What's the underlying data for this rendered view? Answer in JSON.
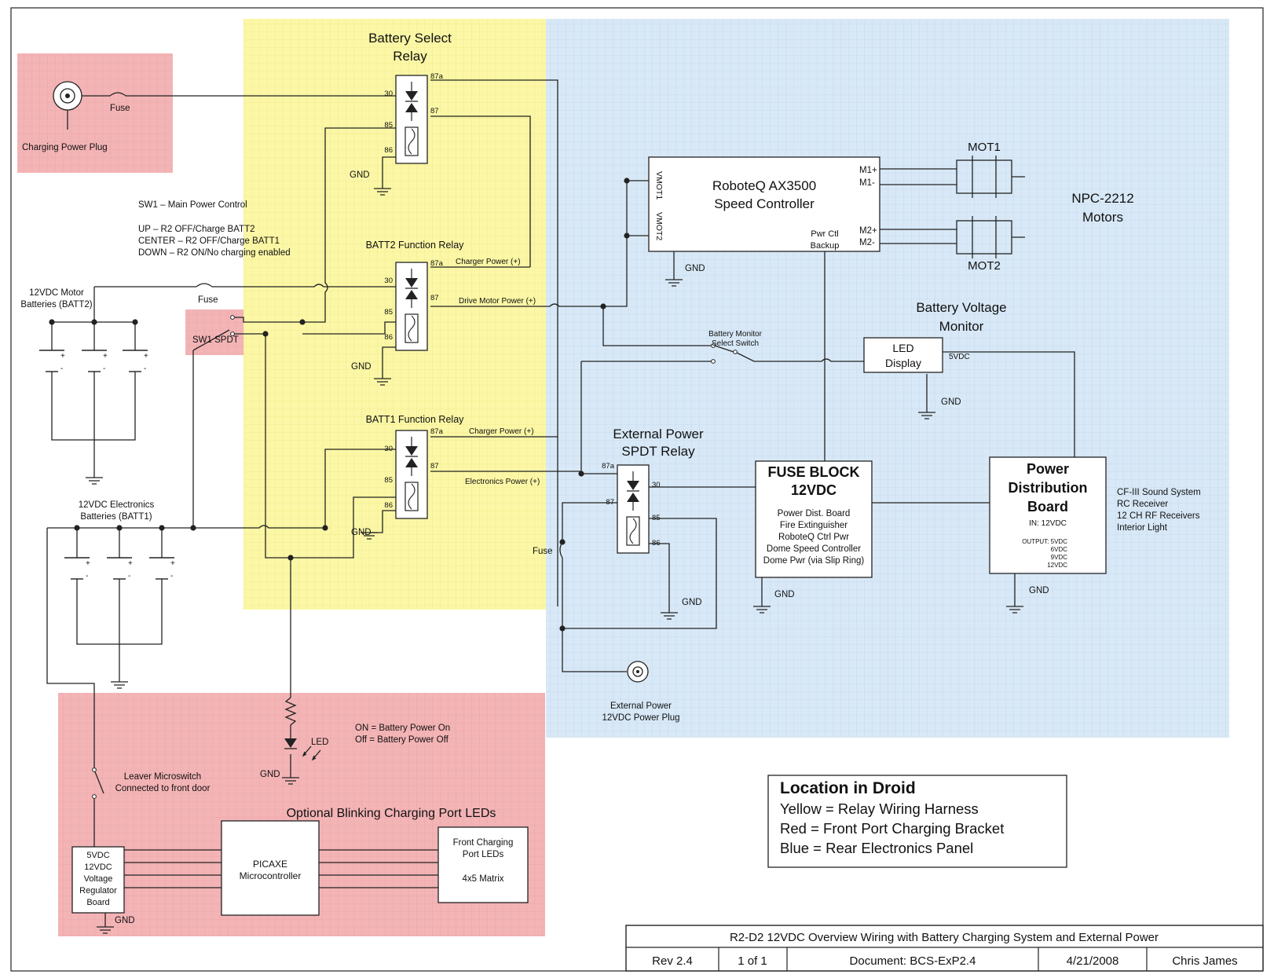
{
  "colors": {
    "yellow_zone": "#fbf7a6",
    "blue_zone": "#d8e8f6",
    "red_zone": "#f3b4b6",
    "wire": "#222222"
  },
  "relays": {
    "battery_select": {
      "title_line1": "Battery Select",
      "title_line2": "Relay",
      "p87a": "87a",
      "p87": "87",
      "p30": "30",
      "p85": "85",
      "p86": "86"
    },
    "batt2_function": {
      "title": "BATT2 Function Relay",
      "p87a": "87a",
      "p87": "87",
      "p30": "30",
      "p85": "85",
      "p86": "86"
    },
    "batt1_function": {
      "title": "BATT1 Function Relay",
      "p87a": "87a",
      "p87": "87",
      "p30": "30",
      "p85": "85",
      "p86": "86"
    },
    "external_power": {
      "title_line1": "External Power",
      "title_line2": "SPDT Relay",
      "p87a": "87a",
      "p87": "87",
      "p30": "30",
      "p85": "85",
      "p86": "86"
    }
  },
  "labels": {
    "gnd": "GND",
    "fuse": "Fuse",
    "charging_plug": "Charging Power Plug",
    "sw1_title": "SW1 – Main Power Control",
    "sw1_up": "UP – R2 OFF/Charge BATT2",
    "sw1_center": "CENTER – R2 OFF/Charge BATT1",
    "sw1_down": "DOWN – R2 ON/No charging enabled",
    "sw1_spdt": "SW1 SPDT",
    "motor_batt_line1": "12VDC Motor",
    "motor_batt_line2": "Batteries (BATT2)",
    "elec_batt_line1": "12VDC Electronics",
    "elec_batt_line2": "Batteries (BATT1)",
    "charger_power_1": "Charger Power (+)",
    "charger_power_2": "Charger Power (+)",
    "drive_motor_power": "Drive Motor  Power (+)",
    "electronics_power": "Electronics Power (+)",
    "plus": "+",
    "minus": "-",
    "roboteq_line1": "RoboteQ AX3500",
    "roboteq_line2": "Speed Controller",
    "vmot1": "VMOT1",
    "vmot2": "VMOT2",
    "m1p": "M1+",
    "m1m": "M1-",
    "m2p": "M2+",
    "m2m": "M2-",
    "pwr_ctl": "Pwr Ctl",
    "backup": "Backup",
    "mot1": "MOT1",
    "mot2": "MOT2",
    "npc_line1": "NPC-2212",
    "npc_line2": "Motors",
    "bvm_line1": "Battery Voltage",
    "bvm_line2": "Monitor",
    "led_line1": "LED",
    "led_line2": "Display",
    "five_vdc": "5VDC",
    "bms_line1": "Battery Monitor",
    "bms_line2": "Select Switch",
    "fuse_block_line1": "FUSE BLOCK",
    "fuse_block_line2": "12VDC",
    "fuse_block_items": [
      "Power Dist. Board",
      "Fire Extinguisher",
      "RoboteQ Ctrl Pwr",
      "Dome Speed Controller",
      "Dome Pwr (via Slip Ring)"
    ],
    "pdb_line1": "Power",
    "pdb_line2": "Distribution",
    "pdb_line3": "Board",
    "pdb_in": "IN: 12VDC",
    "pdb_output": "OUTPUT: 5VDC",
    "pdb_6": "6VDC",
    "pdb_9": "9VDC",
    "pdb_12": "12VDC",
    "pdb_loads": [
      "CF-III Sound System",
      "RC Receiver",
      "12 CH RF Receivers",
      "Interior Light"
    ],
    "ext_plug_line1": "External Power",
    "ext_plug_line2": "12VDC Power Plug",
    "led": "LED",
    "on_text": "ON = Battery Power On",
    "off_text": "Off = Battery Power Off",
    "microswitch_line1": "Leaver Microswitch",
    "microswitch_line2": "Connected to front door",
    "optional_title": "Optional Blinking Charging Port LEDs",
    "regulator_lines": [
      "5VDC",
      "12VDC",
      "Voltage",
      "Regulator",
      "Board"
    ],
    "picaxe_line1": "PICAXE",
    "picaxe_line2": "Microcontroller",
    "front_led_line1": "Front Charging",
    "front_led_line2": "Port LEDs",
    "front_led_line3": "4x5 Matrix"
  },
  "legend": {
    "title": "Location in Droid",
    "items": [
      "Yellow = Relay Wiring Harness",
      "Red = Front Port Charging Bracket",
      "Blue = Rear Electronics Panel"
    ]
  },
  "title_block": {
    "title": "R2-D2 12VDC Overview Wiring with Battery Charging System and External Power",
    "rev": "Rev 2.4",
    "sheet": "1 of 1",
    "document": "Document: BCS-ExP2.4",
    "date": "4/21/2008",
    "author": "Chris James"
  }
}
